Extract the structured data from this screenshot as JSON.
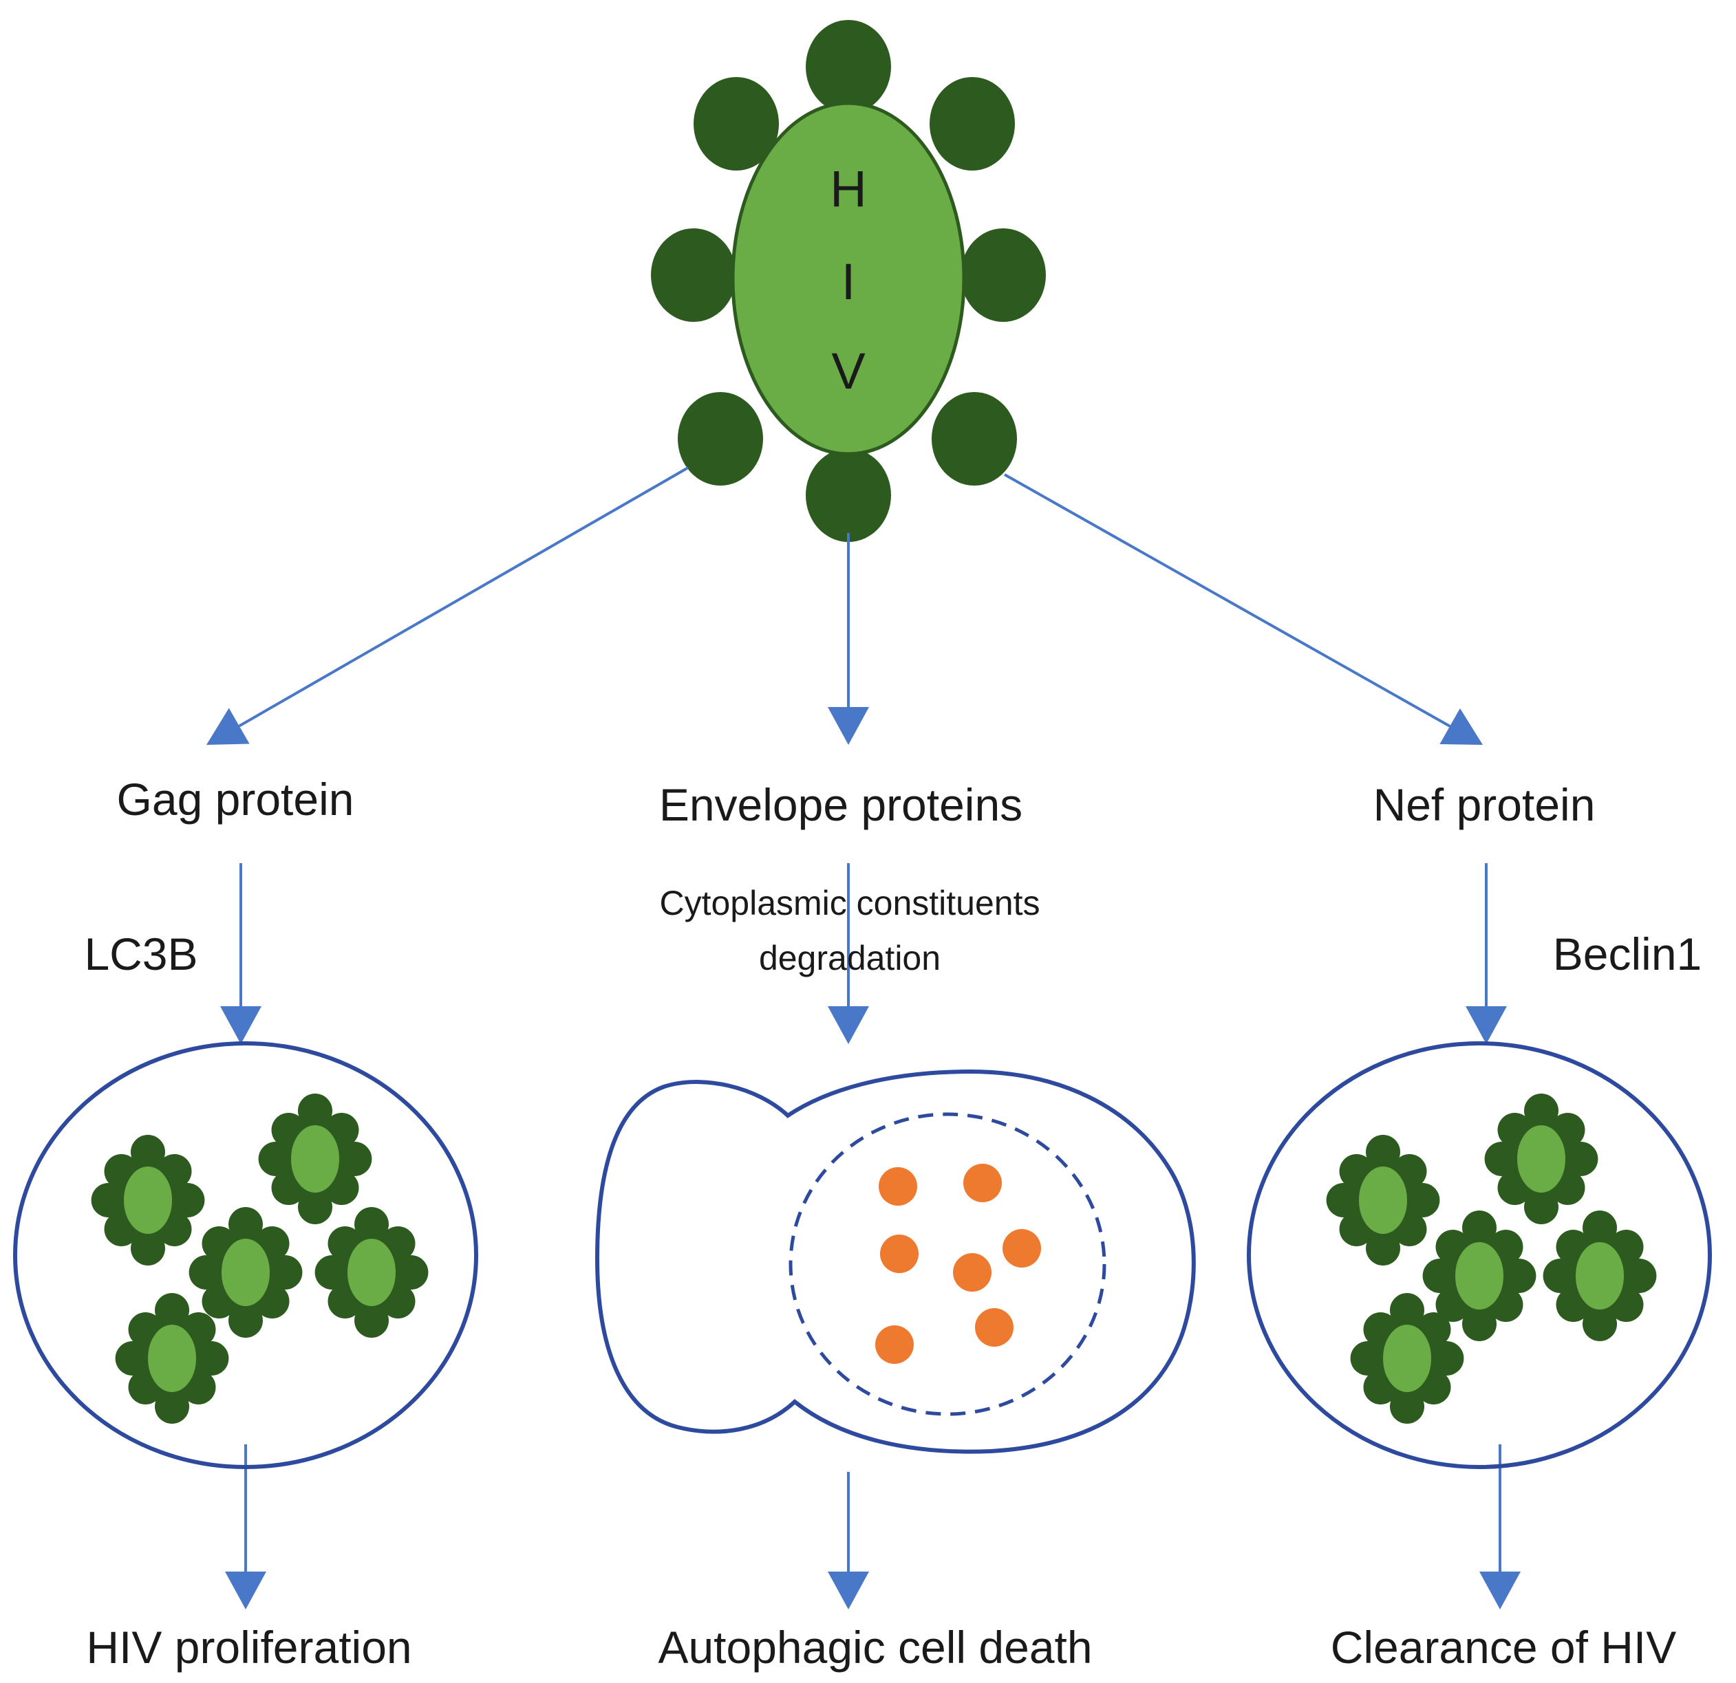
{
  "colors": {
    "virus_body": "#6aad46",
    "virus_knob": "#2d5a1f",
    "outline": "#2d4a9e",
    "arrow": "#4a78c8",
    "orange_dot": "#ee7a30"
  },
  "virus": {
    "letters": [
      "H",
      "I",
      "V"
    ]
  },
  "branches": [
    {
      "protein": "Gag protein",
      "mediator": "LC3B",
      "cell": "virus-cell",
      "outcome": "HIV proliferation"
    },
    {
      "protein": "Envelope proteins",
      "mediator_lines": [
        "Cytoplasmic constituents",
        "degradation"
      ],
      "cell": "dividing-cell",
      "outcome": "Autophagic cell death"
    },
    {
      "protein": "Nef protein",
      "mediator": "Beclin1",
      "cell": "virus-cell",
      "outcome": "Clearance of HIV"
    }
  ]
}
